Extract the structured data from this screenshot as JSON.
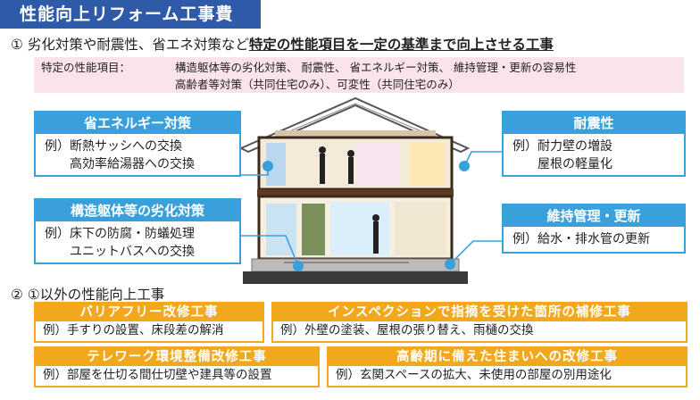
{
  "title": "性能向上リフォーム工事費",
  "section1": {
    "number": "①",
    "text_plain": "劣化対策や耐震性、省エネ対策など",
    "text_emph": "特定の性能項目を一定の基準まで向上させる工事"
  },
  "perf_items": {
    "label": "特定の性能項目：",
    "line1": "構造躯体等の劣化対策、 耐震性、 省エネルギー対策、 維持管理・更新の容易性",
    "line2": "高齢者等対策（共同住宅のみ）、可変性（共同住宅のみ）"
  },
  "boxes": {
    "energy": {
      "head": "省エネルギー対策",
      "line1": "例）断熱サッシへの交換",
      "line2": "高効率給湯器への交換"
    },
    "structure": {
      "head": "構造躯体等の劣化対策",
      "line1": "例）床下の防腐・防蟻処理",
      "line2": "ユニットバスへの交換"
    },
    "quake": {
      "head": "耐震性",
      "line1": "例）耐力壁の増設",
      "line2": "屋根の軽量化"
    },
    "maint": {
      "head": "維持管理・更新",
      "line1": "例）給水・排水管の更新"
    }
  },
  "section2": {
    "number": "②",
    "text": "①以外の性能向上工事"
  },
  "orange": {
    "barrier": {
      "head": "バリアフリー改修工事",
      "body": "例）手すりの設置、床段差の解消"
    },
    "inspect": {
      "head": "インスペクションで指摘を受けた箇所の補修工事",
      "body": "例）外壁の塗装、屋根の張り替え、雨樋の交換"
    },
    "telework": {
      "head": "テレワーク環境整備改修工事",
      "body": "例）部屋を仕切る間仕切壁や建具等の設置"
    },
    "elderly": {
      "head": "高齢期に備えた住まいへの改修工事",
      "body": "例）玄関スペースの拡大、未使用の部屋の別用途化"
    }
  },
  "colors": {
    "title_bg": "#2f5aa8",
    "blue": "#3aa0dc",
    "orange": "#f2a81d",
    "pink": "#fbe3ec"
  }
}
